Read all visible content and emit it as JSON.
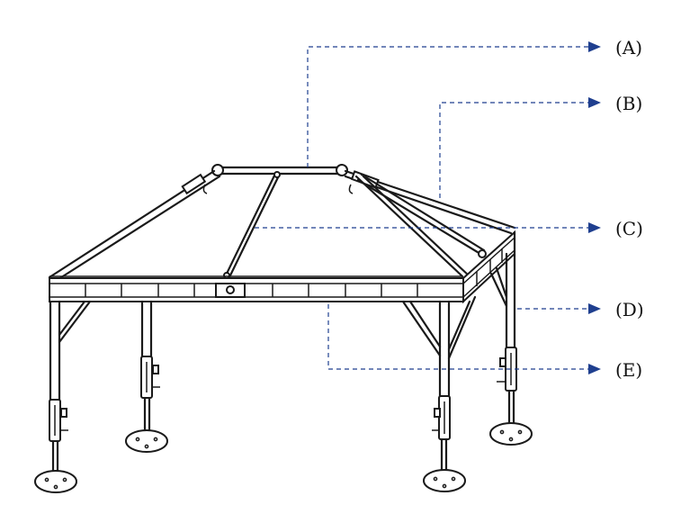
{
  "labels": {
    "a": "(A)",
    "b": "(B)",
    "c": "(C)",
    "d": "(D)",
    "e": "(E)"
  },
  "colors": {
    "callout": "#1f3f8f",
    "line": "#1a1a1a"
  }
}
